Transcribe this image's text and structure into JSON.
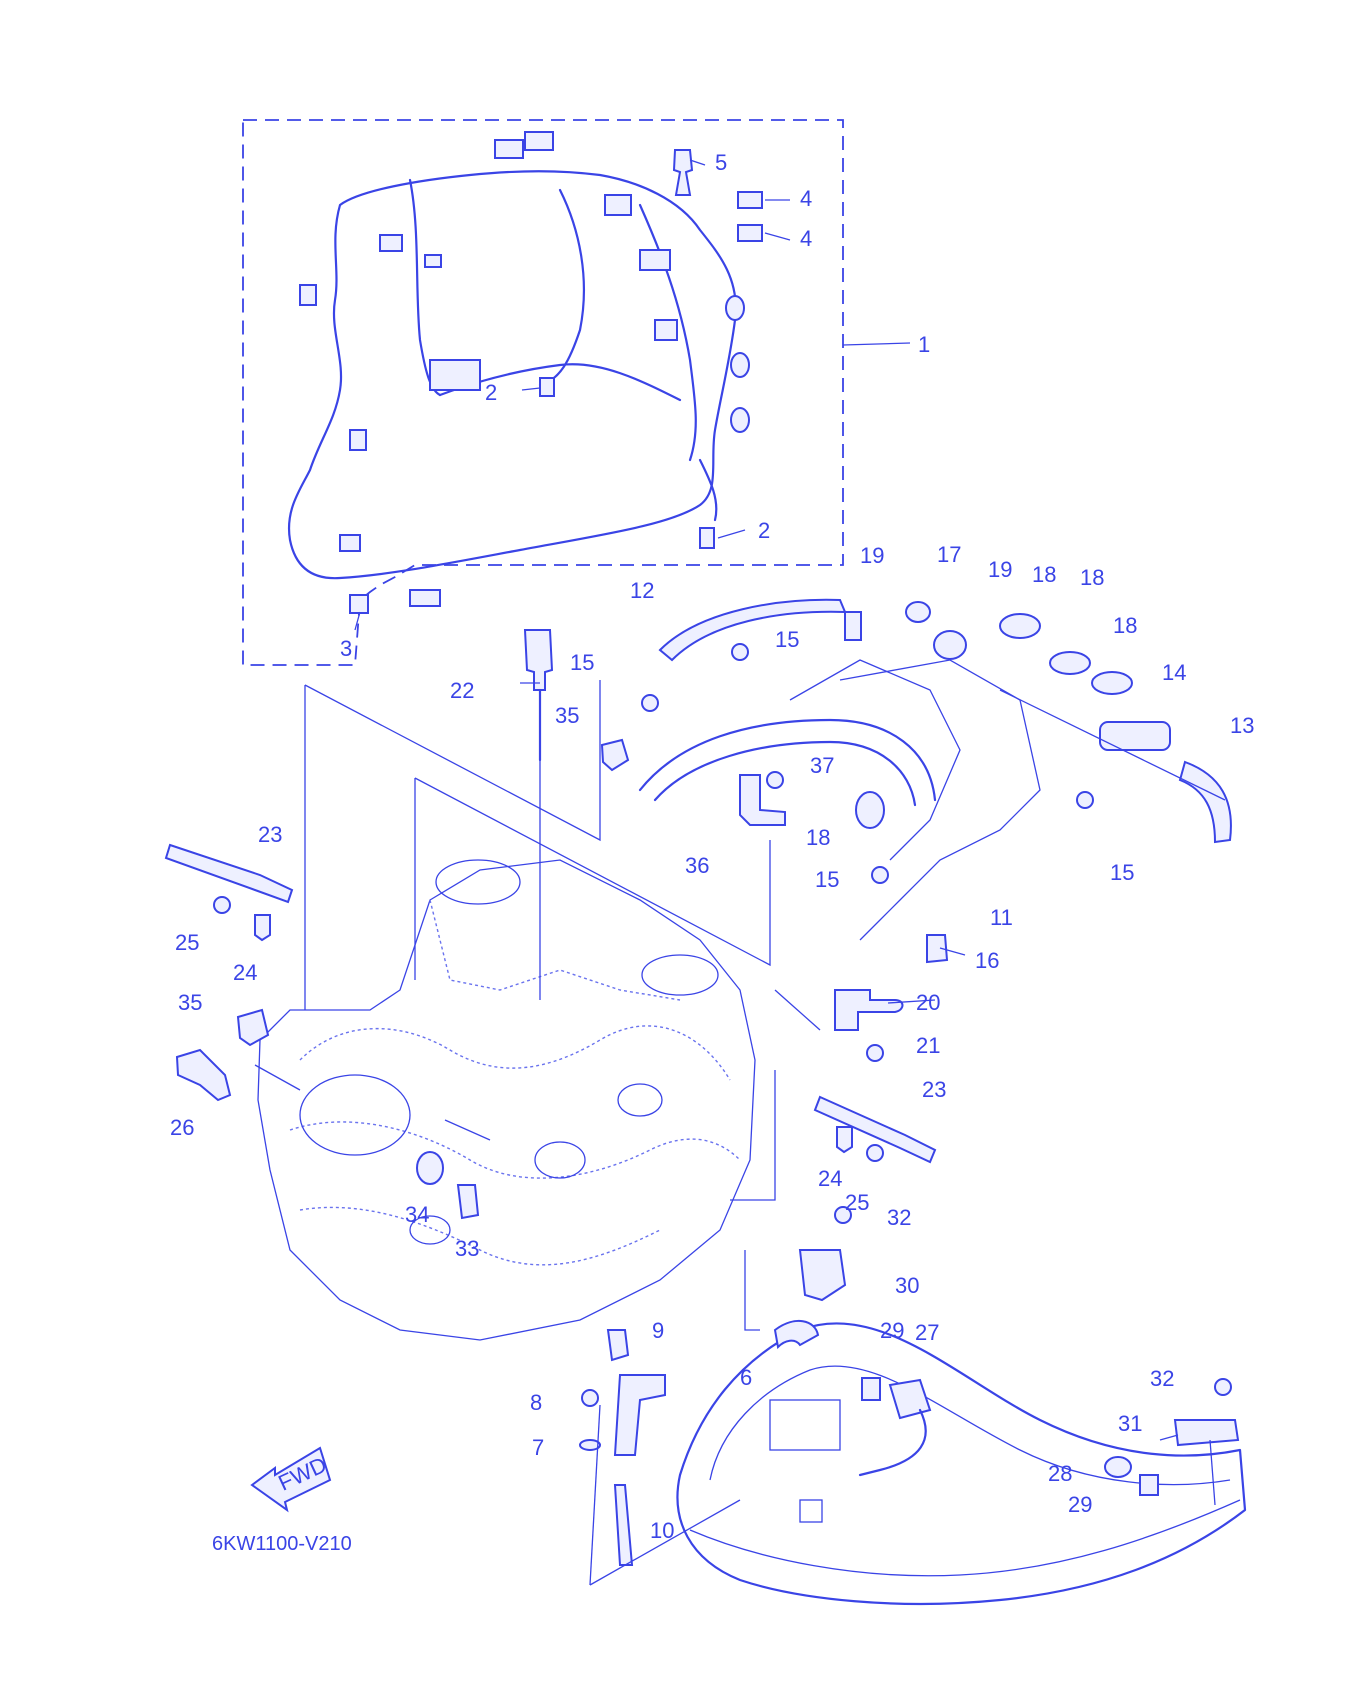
{
  "diagram": {
    "part_code": "6KW1100-V210",
    "direction_badge": "FWD",
    "labels": [
      {
        "n": "1"
      },
      {
        "n": "2"
      },
      {
        "n": "2"
      },
      {
        "n": "3"
      },
      {
        "n": "4"
      },
      {
        "n": "4"
      },
      {
        "n": "5"
      },
      {
        "n": "6"
      },
      {
        "n": "7"
      },
      {
        "n": "8"
      },
      {
        "n": "9"
      },
      {
        "n": "10"
      },
      {
        "n": "11"
      },
      {
        "n": "12"
      },
      {
        "n": "13"
      },
      {
        "n": "14"
      },
      {
        "n": "15"
      },
      {
        "n": "15"
      },
      {
        "n": "15"
      },
      {
        "n": "15"
      },
      {
        "n": "16"
      },
      {
        "n": "17"
      },
      {
        "n": "18"
      },
      {
        "n": "18"
      },
      {
        "n": "18"
      },
      {
        "n": "18"
      },
      {
        "n": "19"
      },
      {
        "n": "19"
      },
      {
        "n": "20"
      },
      {
        "n": "21"
      },
      {
        "n": "22"
      },
      {
        "n": "23"
      },
      {
        "n": "23"
      },
      {
        "n": "24"
      },
      {
        "n": "24"
      },
      {
        "n": "25"
      },
      {
        "n": "25"
      },
      {
        "n": "26"
      },
      {
        "n": "27"
      },
      {
        "n": "28"
      },
      {
        "n": "29"
      },
      {
        "n": "29"
      },
      {
        "n": "30"
      },
      {
        "n": "31"
      },
      {
        "n": "32"
      },
      {
        "n": "32"
      },
      {
        "n": "33"
      },
      {
        "n": "34"
      },
      {
        "n": "35"
      },
      {
        "n": "35"
      },
      {
        "n": "36"
      },
      {
        "n": "37"
      }
    ],
    "colors": {
      "line": "#3a44e6",
      "fill": "#eef0ff",
      "background": "#ffffff"
    }
  }
}
